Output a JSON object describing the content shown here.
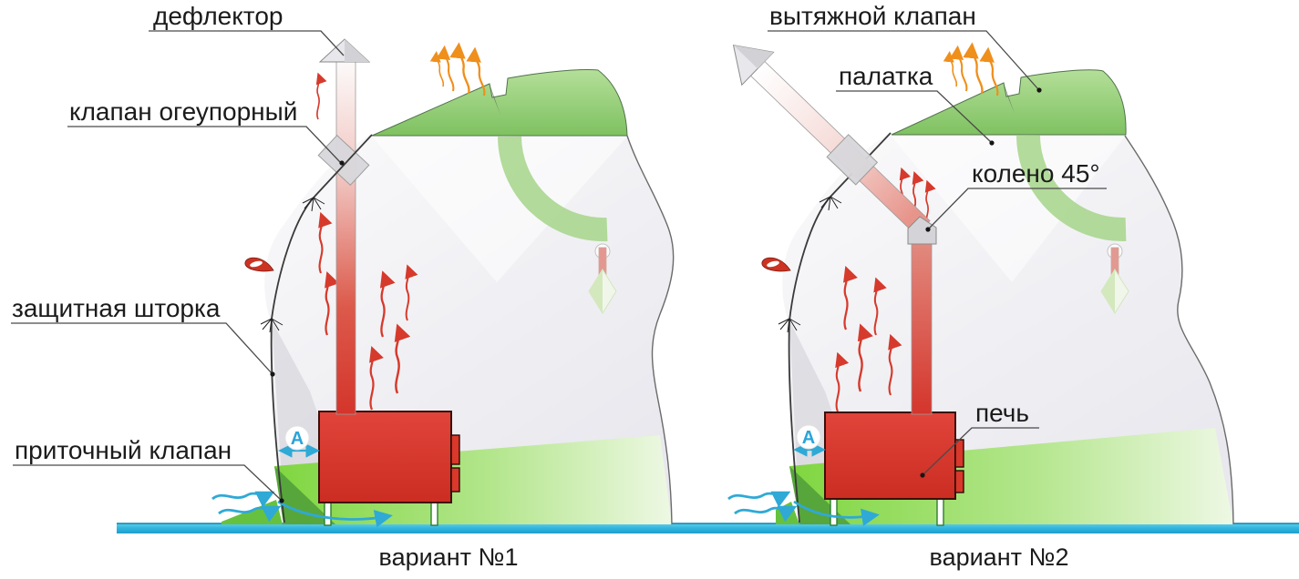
{
  "variant1": {
    "caption": "вариант №1",
    "dimension": "A",
    "labels": {
      "deflector": "дефлектор",
      "fireproof_valve": "клапан огеупорный",
      "protective_curtain": "защитная шторка",
      "intake_valve": "приточный клапан"
    }
  },
  "variant2": {
    "caption": "вариант №2",
    "dimension": "A",
    "labels": {
      "exhaust_valve": "вытяжной клапан",
      "tent": "палатка",
      "elbow_45": "колено 45°",
      "stove": "печь"
    }
  },
  "colors": {
    "stove_red": "#d9382b",
    "tent_band_green": "#8cc86c",
    "ground_green": "#7ed348",
    "water_blue": "#29b0d9",
    "heat_arrow_red": "#d63a2c",
    "vent_arrow_orange": "#ef8f1c",
    "air_arrow_blue": "#2fa9d6",
    "label_text": "#1b1b1b"
  }
}
